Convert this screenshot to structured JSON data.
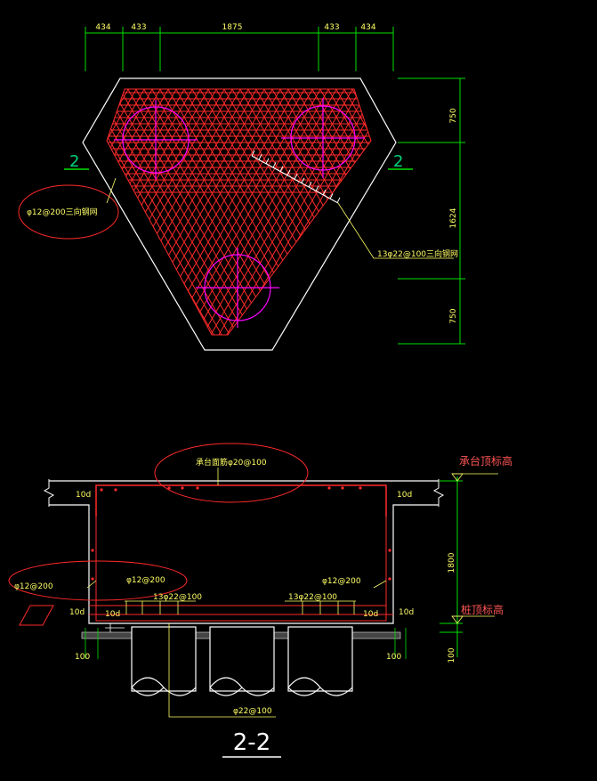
{
  "plan": {
    "top_dims": [
      "434",
      "433",
      "1875",
      "433",
      "434"
    ],
    "right_dims": [
      "750",
      "1624",
      "750"
    ],
    "section_mark": "2",
    "note_bottom_mesh": "φ12@200三向钢网",
    "note_top_mesh": "13φ22@100三向钢网"
  },
  "section": {
    "top_note": "承台面筋φ20@100",
    "side_left_note": "φ12@200",
    "side_bar_left": "φ12@200",
    "side_bar_right": "φ12@200",
    "bot_bar_left": "13φ22@100",
    "bot_bar_right": "13φ22@100",
    "bottom_note": "φ22@100",
    "lap_10d": "10d",
    "height_dim": "1800",
    "cover_dim": "100",
    "pile_embed": "100",
    "top_level": "承台顶标高",
    "bottom_level": "桩顶标高",
    "title": "2-2"
  },
  "colors": {
    "outline": "#ffffff",
    "rebar": "#ff2a2a",
    "dimension": "#00e000",
    "text": "#ffff66",
    "pile_center": "#ff00ff",
    "leader": "#ffff66"
  }
}
